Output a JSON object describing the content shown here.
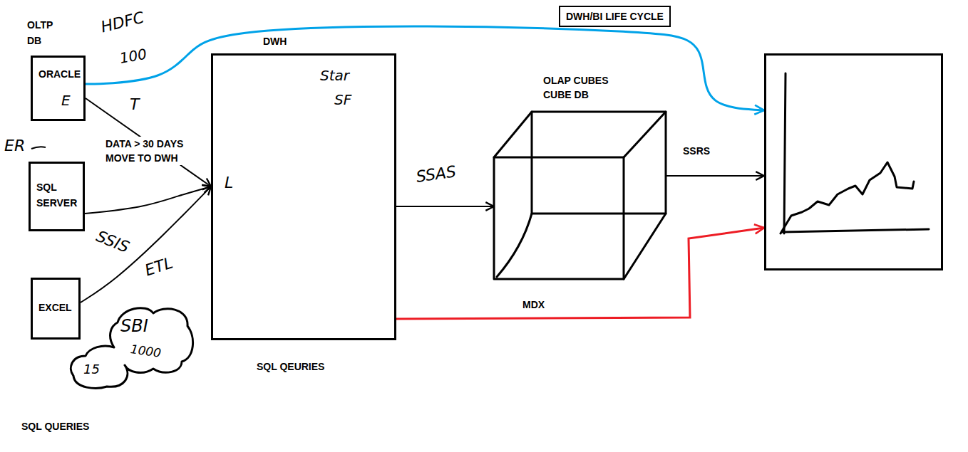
{
  "diagram": {
    "title": "DWH/BI LIFE CYCLE",
    "nodes": [
      {
        "text": [
          "ORACLE",
          "E"
        ]
      },
      {
        "text": [
          "SQL SERVER"
        ]
      },
      {
        "text": [
          "EXCEL"
        ]
      },
      {
        "text": [
          "SBI",
          "1000",
          "15"
        ]
      },
      {
        "text": [
          "DWH",
          "Star",
          "SF",
          "L"
        ]
      },
      {
        "text": [
          "OLAP CUBES CUBE DB"
        ]
      },
      {
        "text": []
      }
    ],
    "edges": [
      {
        "from": 0,
        "to": 4,
        "arrow": "to"
      },
      {
        "from": 1,
        "to": 4,
        "arrow": "to"
      },
      {
        "from": 2,
        "to": 4,
        "arrow": "to"
      },
      {
        "from": 4,
        "to": 5,
        "arrow": "to",
        "label": "SSAS"
      },
      {
        "from": 5,
        "to": 6,
        "arrow": "to",
        "label": "SSRS"
      },
      {
        "from": 4,
        "to": 6,
        "arrow": "to",
        "label": "MDX"
      },
      {
        "from": 0,
        "to": 6,
        "arrow": "to"
      }
    ],
    "labels": [
      "OLTP DB",
      "HDFC",
      "100",
      "T",
      "ER",
      "DATA > 30 DAYS MOVE TO DWH",
      "SSIS",
      "ETL",
      "SQL QEURIES",
      "SQL QUERIES"
    ]
  }
}
